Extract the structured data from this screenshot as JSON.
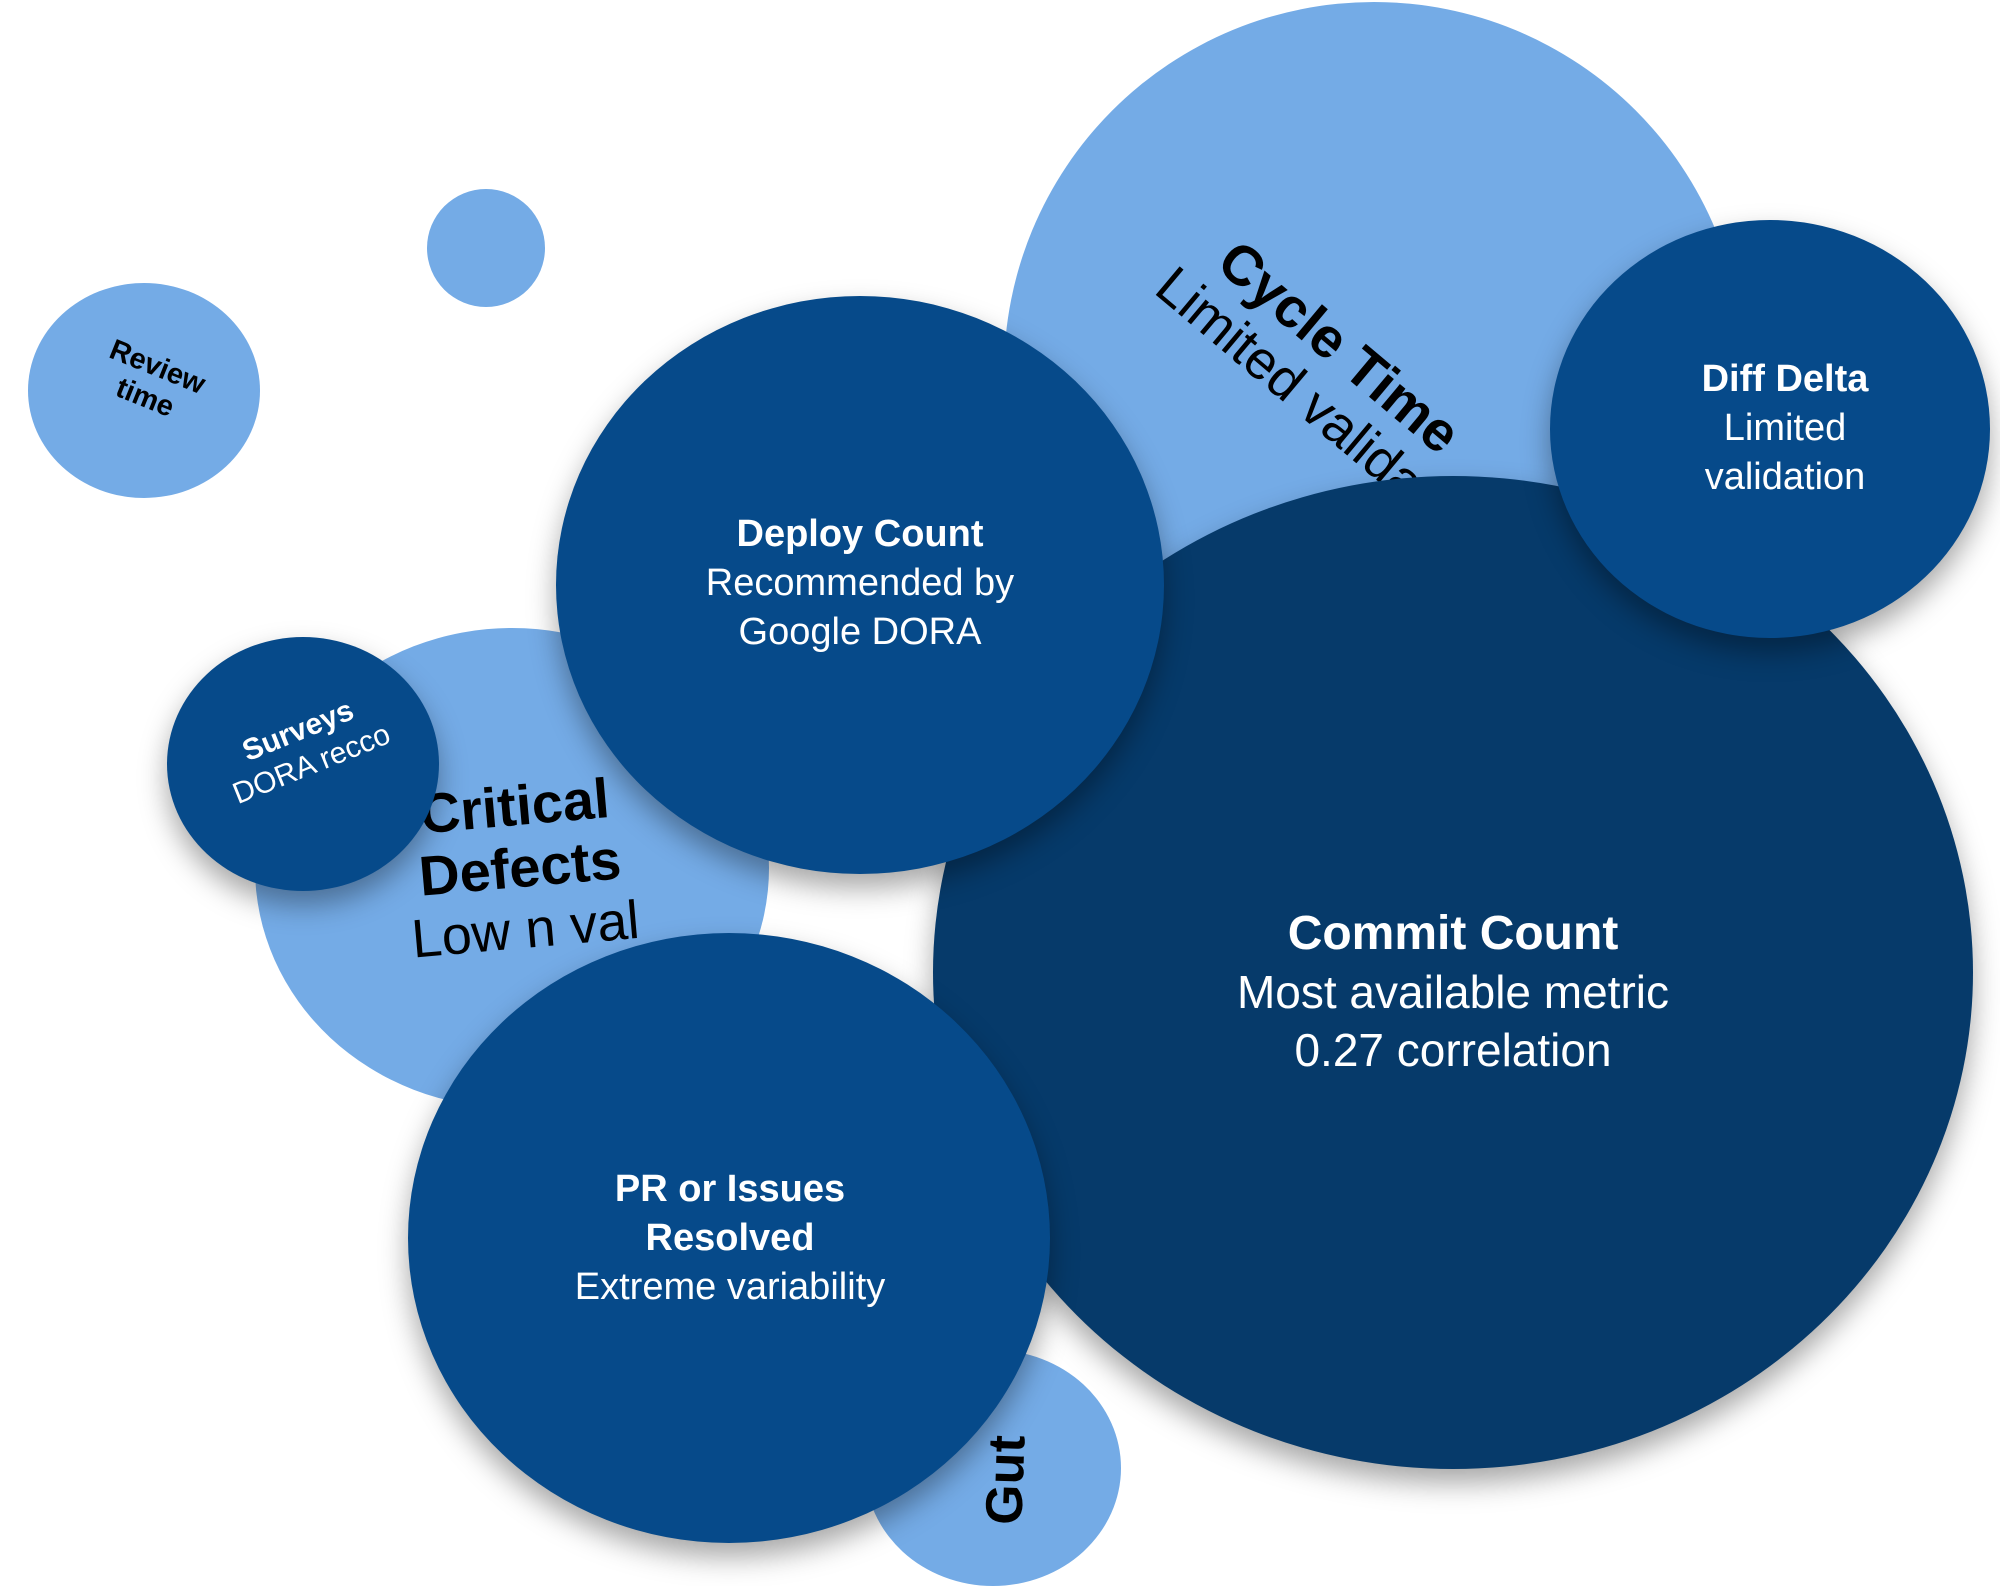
{
  "bubbles": {
    "review_time": {
      "title": "Review\ntime"
    },
    "small_dot": {},
    "cycle_time": {
      "title": "Cycle Time",
      "subtitle": "Limited validati"
    },
    "diff_delta": {
      "title": "Diff Delta",
      "subtitle_1": "Limited",
      "subtitle_2": "validation"
    },
    "deploy_count": {
      "title": "Deploy Count",
      "subtitle_1": "Recommended by",
      "subtitle_2": "Google DORA"
    },
    "surveys": {
      "title": "Surveys",
      "subtitle": "DORA recco"
    },
    "critical_defects": {
      "title_1": "Critical",
      "title_2": "Defects",
      "subtitle": "Low n val"
    },
    "commit_count": {
      "title": "Commit Count",
      "subtitle_1": "Most available metric",
      "subtitle_2": "0.27 correlation"
    },
    "pr_issues": {
      "title_1": "PR or Issues",
      "title_2": "Resolved",
      "subtitle": "Extreme variability"
    },
    "gut": {
      "title": "Gut"
    }
  },
  "colors": {
    "light_blue": "#74abe6",
    "dark_blue": "#064a8a",
    "darker_blue": "#063a6a",
    "text_on_dark": "#ffffff",
    "text_on_light": "#000000"
  }
}
